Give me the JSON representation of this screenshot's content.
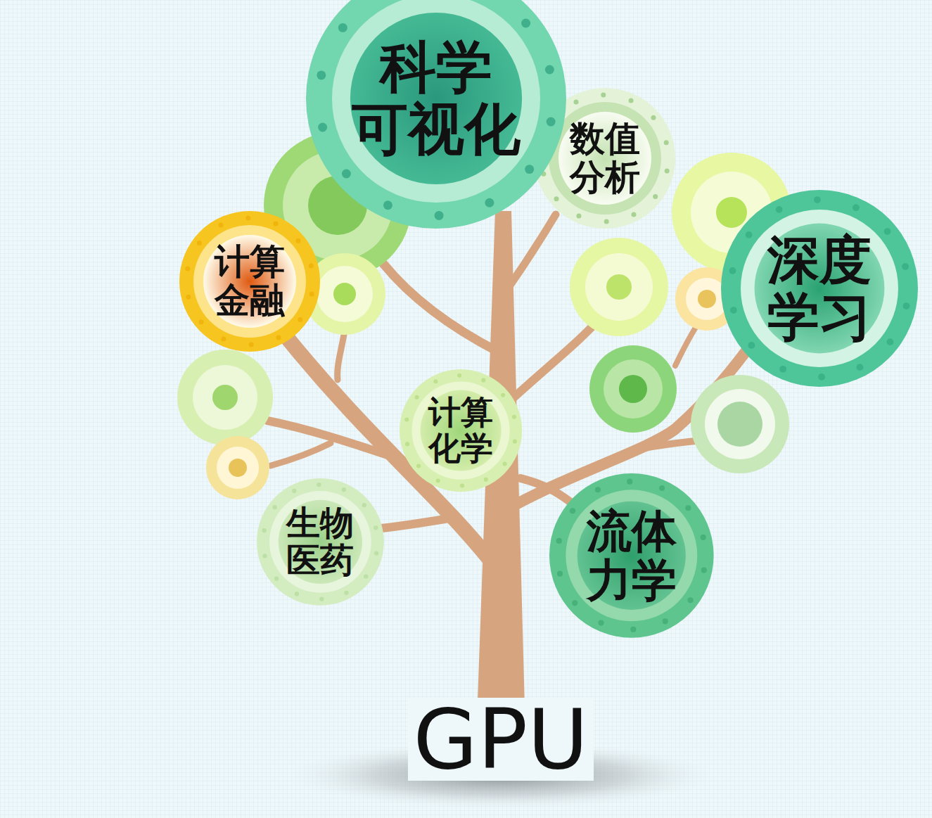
{
  "diagram": {
    "nodes": [
      {
        "text": [
          "科学 可视化"
        ]
      },
      {
        "text": [
          "数值 分析"
        ]
      },
      {
        "text": [
          "计算 金融"
        ]
      },
      {
        "text": [
          "深度 学习"
        ]
      },
      {
        "text": [
          "计算 化学"
        ]
      },
      {
        "text": [
          "生物 医药"
        ]
      },
      {
        "text": [
          "流体 力学"
        ]
      }
    ],
    "labels": [
      "GPU"
    ]
  }
}
